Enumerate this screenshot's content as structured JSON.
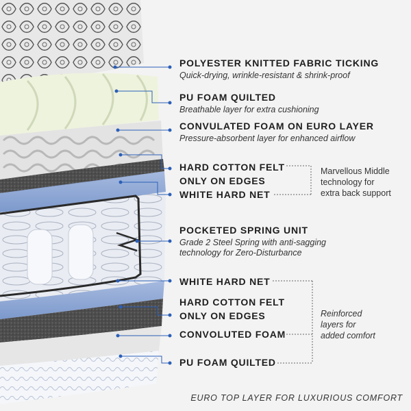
{
  "labels": [
    {
      "title": "POLYESTER KNITTED FABRIC TICKING",
      "sub": "Quick-drying, wrinkle-resistant & shrink-proof"
    },
    {
      "title": "PU FOAM QUILTED",
      "sub": "Breathable layer for extra cushioning"
    },
    {
      "title": "CONVULATED FOAM ON EURO LAYER",
      "sub": "Pressure-absorbent layer for enhanced airflow"
    },
    {
      "title_line1": "HARD COTTON FELT",
      "title_line2": "ONLY ON EDGES"
    },
    {
      "title": "WHITE HARD NET"
    },
    {
      "title": "POCKETED SPRING UNIT",
      "sub_line1": "Grade 2 Steel Spring with anti-sagging",
      "sub_line2": "technology for Zero-Disturbance"
    },
    {
      "title": "WHITE HARD NET"
    },
    {
      "title_line1": "HARD COTTON FELT",
      "title_line2": "ONLY ON EDGES"
    },
    {
      "title": "CONVOLUTED FOAM"
    },
    {
      "title": "PU FOAM QUILTED"
    }
  ],
  "notes": {
    "middle": [
      "Marvellous Middle",
      "technology for",
      "extra back support"
    ],
    "reinforced": [
      "Reinforced",
      "layers for",
      "added comfort"
    ]
  },
  "footer": "EURO TOP LAYER FOR LUXURIOUS COMFORT",
  "colors": {
    "accent": "#2b5fb8",
    "text": "#1e1e1e",
    "felt": "#4a4a4a",
    "net": "#7f9cd0"
  }
}
